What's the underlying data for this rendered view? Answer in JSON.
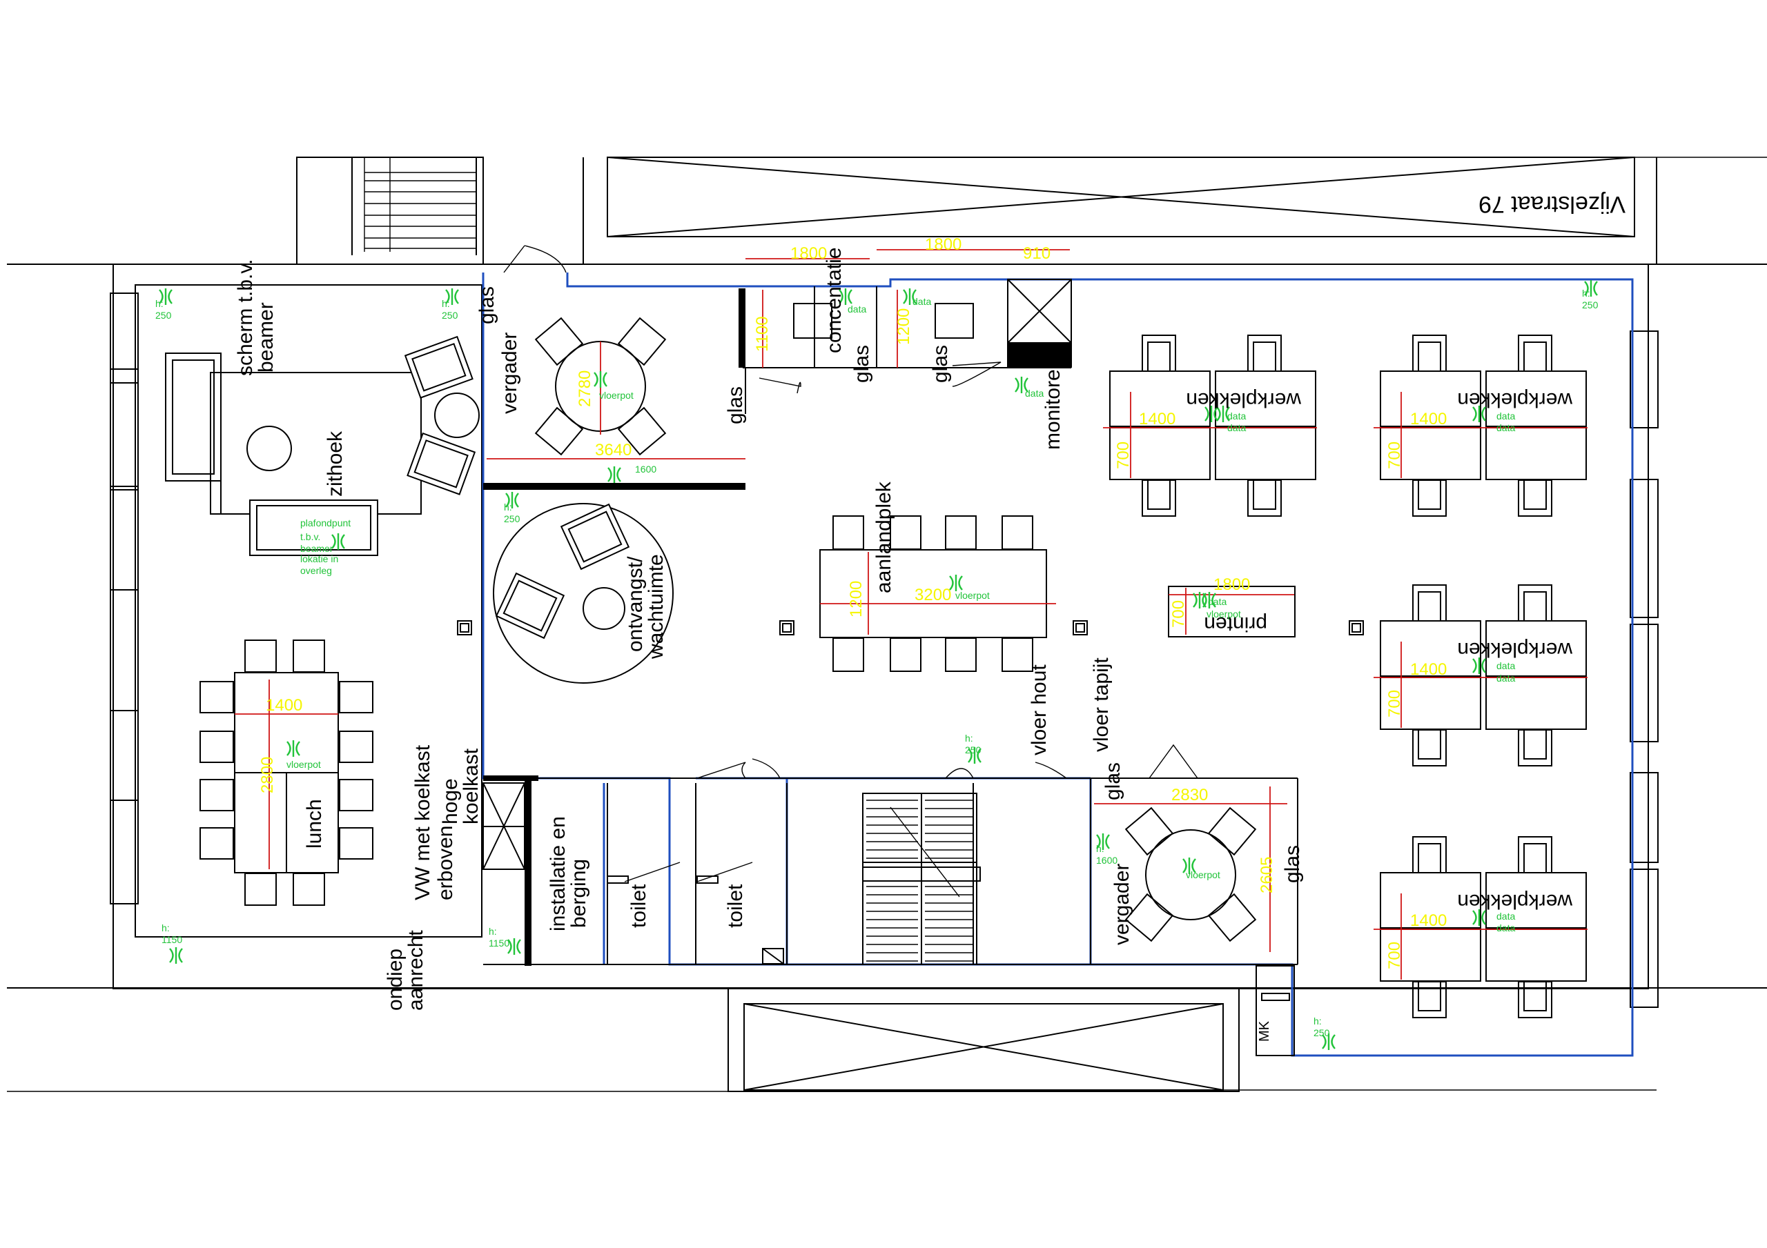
{
  "street": "Vijzelstraat 79",
  "rooms": {
    "scherm": "scherm t.b.v.",
    "beamer": "beamer",
    "zithoek": "zithoek",
    "plafondpunt": [
      "plafondpunt",
      "t.b.v.",
      "beamer",
      "lokatie in",
      "overleg"
    ],
    "lunch": "lunch",
    "vw_koelkast": "VW met koelkast",
    "erboven": "erboven",
    "hoge": "hoge",
    "koelkast": "koelkast",
    "ondiep": "ondiep",
    "aanrecht": "aanrecht",
    "vergader": "vergader",
    "ontvangst": "ontvangst/",
    "wachtuimte": "wachtuimte",
    "concentratie": "concentatie",
    "glas": "glas",
    "monitoren": "monitoren",
    "aanlandplek": "aanlandplek",
    "werkplekken": "werkplekken",
    "printen": "printen",
    "vloer_hout": "vloer hout",
    "vloer_tapijt": "vloer tapijt",
    "installatie": "installatie en",
    "berging": "berging",
    "toilet": "toilet",
    "mk": "MK"
  },
  "dimensions": {
    "d1800a": "1800",
    "d1800b": "1800",
    "d910": "910",
    "d1100": "1100",
    "d1200a": "1200",
    "d2780": "2780",
    "d3640": "3640",
    "d1400a": "1400",
    "d700a": "700",
    "d1400b": "1400",
    "d700b": "700",
    "d3200": "3200",
    "d1200b": "1200",
    "d1800c": "1800",
    "d700c": "700",
    "d1400c": "1400",
    "d700d": "700",
    "d1400d": "1400",
    "d700e": "700",
    "d1400e": "1400",
    "d2800": "2800",
    "d2830": "2830",
    "d2605": "2605"
  },
  "symbols": {
    "data": "data",
    "vloerpot": "vloerpot",
    "h": "h:",
    "h250": "250",
    "h1150": "1150",
    "h1600": "1600"
  },
  "colors": {
    "wall": "#000000",
    "boundary": "#1f4fbf",
    "dimension_line": "#d01414",
    "dimension_text": "#f5f500",
    "symbol": "#22c33a"
  }
}
